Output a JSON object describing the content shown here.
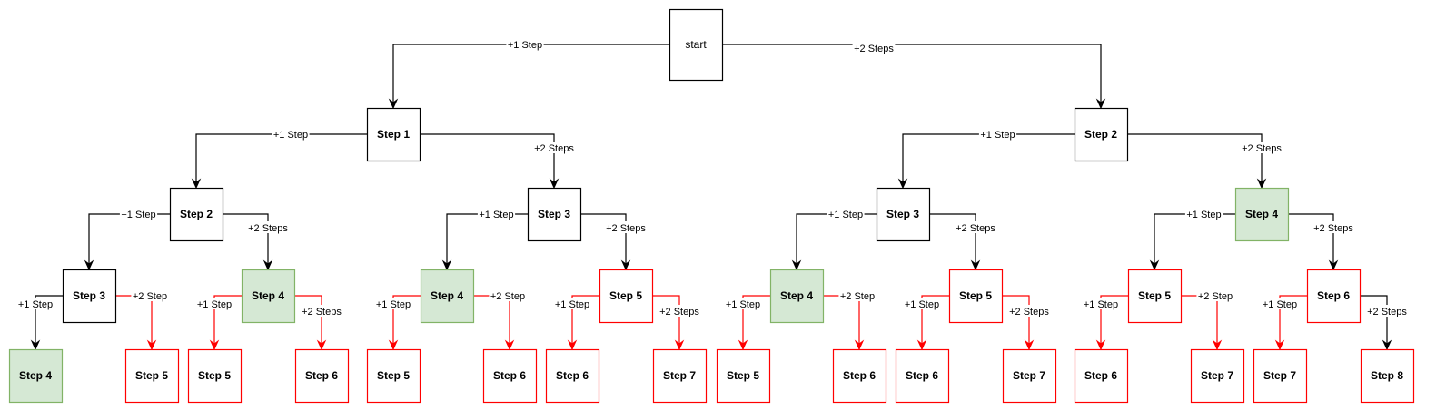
{
  "colors": {
    "default_stroke": "#000000",
    "default_fill": "#ffffff",
    "green_stroke": "#82b366",
    "green_fill": "#d5e8d4",
    "red_stroke": "#ff0000",
    "red_fill": "#ffffff",
    "edge_black": "#000000",
    "edge_red": "#ff0000"
  },
  "nodes": [
    {
      "id": "n0",
      "label": "start",
      "style": "default"
    },
    {
      "id": "n1",
      "label": "Step 1",
      "style": "default"
    },
    {
      "id": "n2",
      "label": "Step 2",
      "style": "default"
    },
    {
      "id": "n3",
      "label": "Step 2",
      "style": "default"
    },
    {
      "id": "n4",
      "label": "Step 3",
      "style": "default"
    },
    {
      "id": "n5",
      "label": "Step 3",
      "style": "default"
    },
    {
      "id": "n6",
      "label": "Step 4",
      "style": "green"
    },
    {
      "id": "n7",
      "label": "Step 3",
      "style": "default"
    },
    {
      "id": "n8",
      "label": "Step 4",
      "style": "green"
    },
    {
      "id": "n9",
      "label": "Step 4",
      "style": "green"
    },
    {
      "id": "n10",
      "label": "Step 5",
      "style": "red"
    },
    {
      "id": "n11",
      "label": "Step 4",
      "style": "green"
    },
    {
      "id": "n12",
      "label": "Step 5",
      "style": "red"
    },
    {
      "id": "n13",
      "label": "Step 5",
      "style": "red"
    },
    {
      "id": "n14",
      "label": "Step 6",
      "style": "red"
    },
    {
      "id": "n15",
      "label": "Step 4",
      "style": "green"
    },
    {
      "id": "n16",
      "label": "Step 5",
      "style": "red"
    },
    {
      "id": "n17",
      "label": "Step 5",
      "style": "red"
    },
    {
      "id": "n18",
      "label": "Step 6",
      "style": "red"
    },
    {
      "id": "n19",
      "label": "Step 5",
      "style": "red"
    },
    {
      "id": "n20",
      "label": "Step 6",
      "style": "red"
    },
    {
      "id": "n21",
      "label": "Step 6",
      "style": "red"
    },
    {
      "id": "n22",
      "label": "Step 7",
      "style": "red"
    },
    {
      "id": "n23",
      "label": "Step 5",
      "style": "red"
    },
    {
      "id": "n24",
      "label": "Step 6",
      "style": "red"
    },
    {
      "id": "n25",
      "label": "Step 6",
      "style": "red"
    },
    {
      "id": "n26",
      "label": "Step 7",
      "style": "red"
    },
    {
      "id": "n27",
      "label": "Step 6",
      "style": "red"
    },
    {
      "id": "n28",
      "label": "Step 7",
      "style": "red"
    },
    {
      "id": "n29",
      "label": "Step 7",
      "style": "red"
    },
    {
      "id": "n30",
      "label": "Step 8",
      "style": "red"
    }
  ],
  "edges": [
    {
      "from": "n0",
      "to": "n1",
      "label": "+1 Step",
      "color": "black"
    },
    {
      "from": "n0",
      "to": "n2",
      "label": "+2 Steps",
      "color": "black"
    },
    {
      "from": "n1",
      "to": "n3",
      "label": "+1 Step",
      "color": "black"
    },
    {
      "from": "n1",
      "to": "n4",
      "label": "+2 Steps",
      "color": "black"
    },
    {
      "from": "n2",
      "to": "n5",
      "label": "+1 Step",
      "color": "black"
    },
    {
      "from": "n2",
      "to": "n6",
      "label": "+2 Steps",
      "color": "black"
    },
    {
      "from": "n3",
      "to": "n7",
      "label": "+1 Step",
      "color": "black"
    },
    {
      "from": "n3",
      "to": "n8",
      "label": "+2 Steps",
      "color": "black"
    },
    {
      "from": "n4",
      "to": "n9",
      "label": "+1 Step",
      "color": "black"
    },
    {
      "from": "n4",
      "to": "n10",
      "label": "+2 Steps",
      "color": "black"
    },
    {
      "from": "n5",
      "to": "n11",
      "label": "+1 Step",
      "color": "black"
    },
    {
      "from": "n5",
      "to": "n12",
      "label": "+2 Steps",
      "color": "black"
    },
    {
      "from": "n6",
      "to": "n13",
      "label": "+1 Step",
      "color": "black"
    },
    {
      "from": "n6",
      "to": "n14",
      "label": "+2 Steps",
      "color": "black"
    },
    {
      "from": "n7",
      "to": "n15",
      "label": "+1 Step",
      "color": "black"
    },
    {
      "from": "n7",
      "to": "n16",
      "label": "+2 Step",
      "color": "red"
    },
    {
      "from": "n8",
      "to": "n17",
      "label": "+1 Step",
      "color": "red"
    },
    {
      "from": "n8",
      "to": "n18",
      "label": "+2 Steps",
      "color": "red"
    },
    {
      "from": "n9",
      "to": "n19",
      "label": "+1 Step",
      "color": "red"
    },
    {
      "from": "n9",
      "to": "n20",
      "label": "+2 Step",
      "color": "red"
    },
    {
      "from": "n10",
      "to": "n21",
      "label": "+1 Step",
      "color": "red"
    },
    {
      "from": "n10",
      "to": "n22",
      "label": "+2 Steps",
      "color": "red"
    },
    {
      "from": "n11",
      "to": "n23",
      "label": "+1 Step",
      "color": "red"
    },
    {
      "from": "n11",
      "to": "n24",
      "label": "+2 Step",
      "color": "red"
    },
    {
      "from": "n12",
      "to": "n25",
      "label": "+1 Step",
      "color": "red"
    },
    {
      "from": "n12",
      "to": "n26",
      "label": "+2 Steps",
      "color": "red"
    },
    {
      "from": "n13",
      "to": "n27",
      "label": "+1 Step",
      "color": "red"
    },
    {
      "from": "n13",
      "to": "n28",
      "label": "+2 Step",
      "color": "red"
    },
    {
      "from": "n14",
      "to": "n29",
      "label": "+1 Step",
      "color": "red"
    },
    {
      "from": "n14",
      "to": "n30",
      "label": "+2 Steps",
      "color": "black"
    }
  ]
}
